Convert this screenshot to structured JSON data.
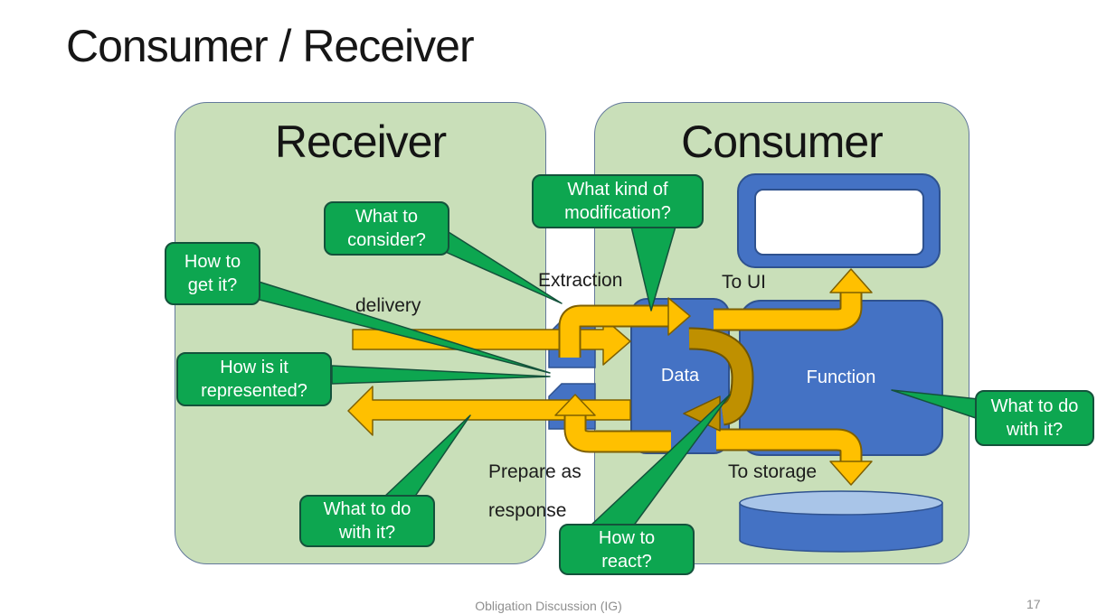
{
  "slide": {
    "title": "Consumer / Receiver",
    "footer": "Obligation Discussion (IG)",
    "page_number": "17"
  },
  "panels": {
    "receiver": {
      "title": "Receiver"
    },
    "consumer": {
      "title": "Consumer"
    }
  },
  "nodes": {
    "data": {
      "label": "Data"
    },
    "function": {
      "label": "Function"
    }
  },
  "flow_labels": {
    "delivery": "delivery",
    "extraction": "Extraction",
    "to_ui": "To UI",
    "prepare_as": "Prepare as",
    "response": "response",
    "to_storage": "To storage"
  },
  "callouts": {
    "how_to_get_it": {
      "line1": "How to",
      "line2": "get it?"
    },
    "what_to_consider": {
      "line1": "What to",
      "line2": "consider?"
    },
    "what_kind_of_modification": {
      "line1": "What kind of",
      "line2": "modification?"
    },
    "how_is_it_represented": {
      "line1": "How is it",
      "line2": "represented?"
    },
    "what_to_do_with_it_left": {
      "line1": "What to do",
      "line2": "with it?"
    },
    "how_to_react": {
      "line1": "How to",
      "line2": "react?"
    },
    "what_to_do_with_it_right": {
      "line1": "What to do",
      "line2": "with it?"
    }
  },
  "colors": {
    "panel_green": "#C9DFB9",
    "callout_green": "#0DA650",
    "callout_outline": "#14523b",
    "shape_blue": "#4472C4",
    "shape_blue_dark": "#2F528F",
    "cylinder_top_blue": "#A9C5E8",
    "arrow_gold": "#FFC000",
    "arrow_gold_outline": "#7F6000",
    "react_arrow_gold": "#BF9000",
    "footer_gray": "#8f8f8f"
  }
}
